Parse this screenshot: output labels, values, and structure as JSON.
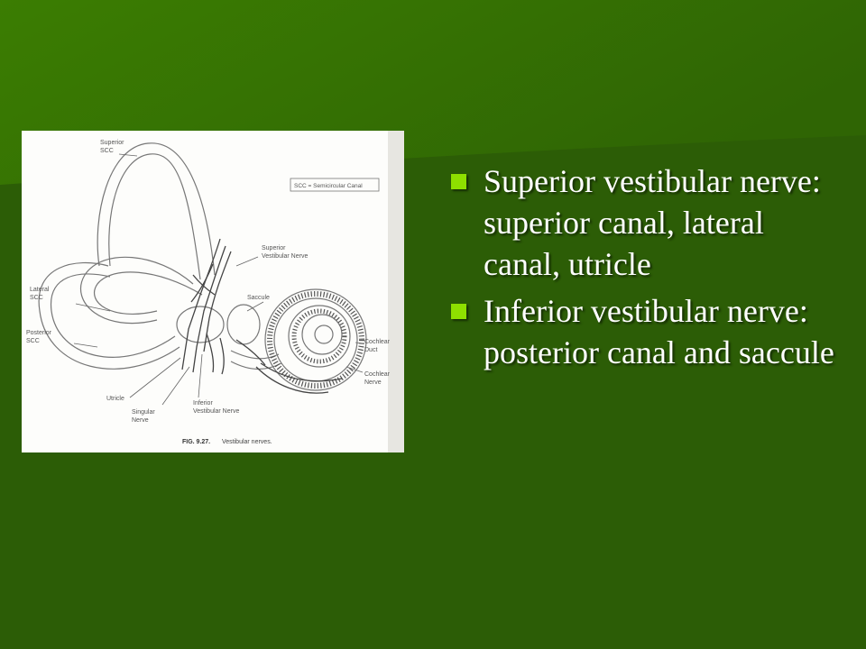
{
  "colors": {
    "background": "#2c5d06",
    "background_light": "#3a7a02",
    "bullet": "#8ee000",
    "text": "#ffffff"
  },
  "figure": {
    "labels": {
      "superior_scc": [
        "Superior",
        "SCC"
      ],
      "legend": "SCC = Semicircular Canal",
      "superior_vestibular_nerve": [
        "Superior",
        "Vestibular Nerve"
      ],
      "saccule": "Saccule",
      "lateral_scc": [
        "Lateral",
        "SCC"
      ],
      "posterior_scc": [
        "Posterior",
        "SCC"
      ],
      "cochlear_duct": [
        "Cochlear",
        "Duct"
      ],
      "cochlear_nerve": [
        "Cochlear",
        "Nerve"
      ],
      "utricle": "Utricle",
      "singular_nerve": [
        "Singular",
        "Nerve"
      ],
      "inferior_vestibular_nerve": [
        "Inferior",
        "Vestibular Nerve"
      ],
      "caption_number": "FIG. 9.27.",
      "caption_text": "Vestibular nerves."
    }
  },
  "bullets": [
    {
      "icon": "square-bullet-icon",
      "text": "Superior vestibular nerve: superior canal, lateral canal, utricle"
    },
    {
      "icon": "square-bullet-icon",
      "text": "Inferior vestibular nerve: posterior canal and saccule"
    }
  ]
}
